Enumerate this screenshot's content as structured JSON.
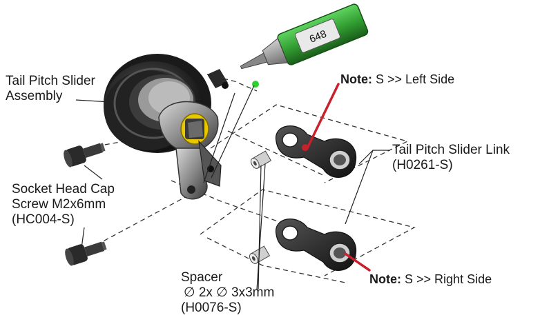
{
  "labels": {
    "slider_assembly": [
      "Tail Pitch Slider",
      "Assembly"
    ],
    "socket_screw": [
      "Socket Head Cap",
      "Screw M2x6mm",
      "(HC004-S)"
    ],
    "slider_link": [
      "Tail Pitch Slider Link",
      "(H0261-S)"
    ],
    "spacer": [
      "Spacer",
      "∅ 2x ∅ 3x3mm",
      "(H0076-S)"
    ]
  },
  "notes": {
    "left": {
      "prefix": "Note:",
      "text": "S >> Left Side"
    },
    "right": {
      "prefix": "Note:",
      "text": "S >> Right Side"
    }
  },
  "threadlock": {
    "code": "648"
  },
  "colors": {
    "threadlock_green": "#2f9a2f",
    "note_red": "#c8202c",
    "part_dark": "#2a2a2a",
    "bearing_yellow": "#e8c800"
  }
}
